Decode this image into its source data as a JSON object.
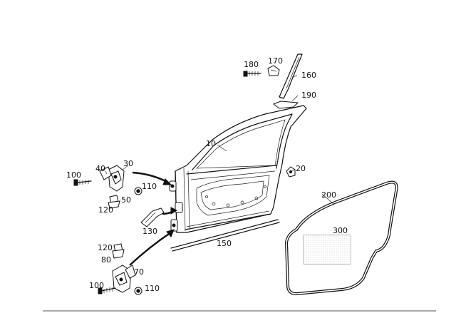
{
  "diagram": {
    "callouts": {
      "p10": "10",
      "p20": "20",
      "p30": "30",
      "p40": "40",
      "p50": "50",
      "p70": "70",
      "p80": "80",
      "p100a": "100",
      "p100b": "100",
      "p110a": "110",
      "p110b": "110",
      "p120a": "120",
      "p120b": "120",
      "p130": "130",
      "p150": "150",
      "p160": "160",
      "p170": "170",
      "p180": "180",
      "p190": "190",
      "p200": "200",
      "p300": "300"
    }
  }
}
